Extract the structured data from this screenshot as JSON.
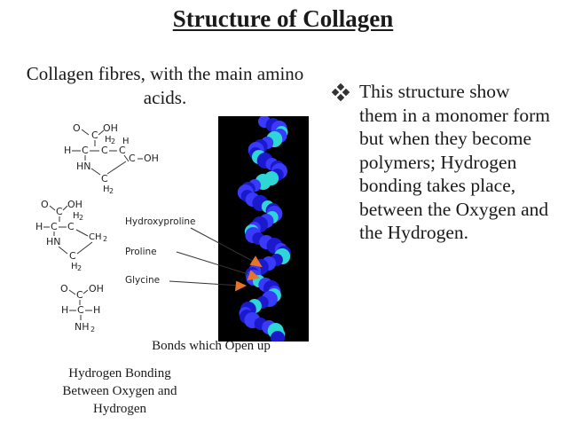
{
  "slide": {
    "title": "Structure of Collagen",
    "caption": "Collagen fibres, with the main amino acids.",
    "bullet_icon": "diamond-bullet-icon",
    "bullet_text": "This structure show them in a monomer form but when they become polymers; Hydrogen bonding takes place, between the Oxygen and the Hydrogen.",
    "bonds_caption": "Bonds which Open up",
    "hydrogen_caption": "Hydrogen Bonding Between Oxygen and Hydrogen"
  },
  "figure": {
    "amino_acid_labels": [
      "Hydroxyproline",
      "Proline",
      "Glycine"
    ],
    "arrow_color": "#e8742a",
    "helix_colors": [
      "#1a1acc",
      "#3a3aff",
      "#2fd6d6",
      "#111111"
    ]
  }
}
